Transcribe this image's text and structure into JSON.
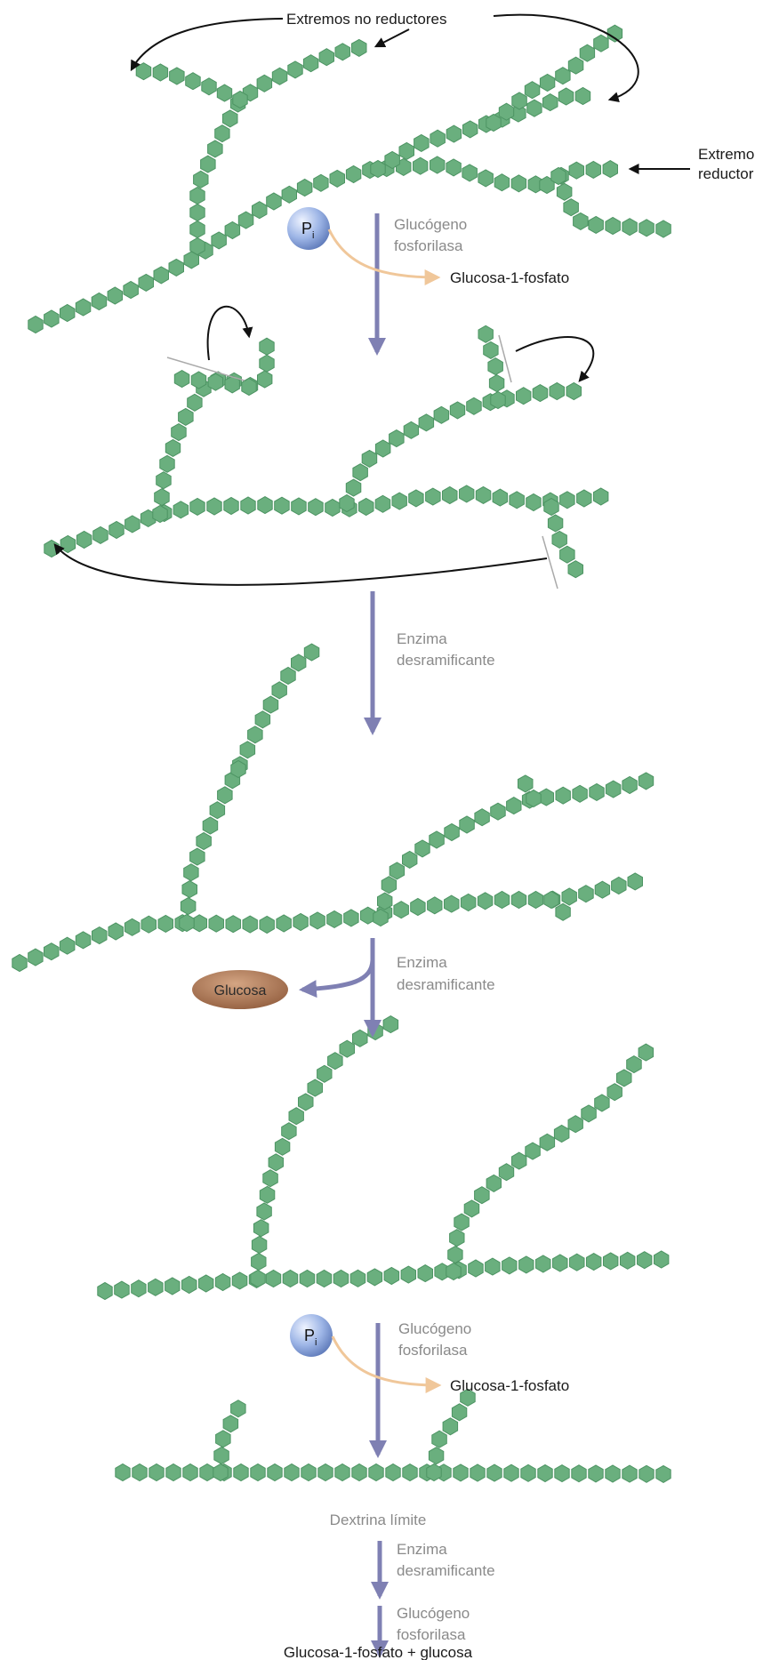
{
  "labels": {
    "non_reducing_ends": "Extremos no reductores",
    "reducing_end_1": "Extremo",
    "reducing_end_2": "reductor",
    "phosphorylase_1": "Glucógeno",
    "phosphorylase_2": "fosforilasa",
    "g1p": "Glucosa-1-fosfato",
    "debranching_1": "Enzima",
    "debranching_2": "desramificante",
    "glucose": "Glucosa",
    "limit_dextrin": "Dextrina límite",
    "final_product": "Glucosa-1-fosfato + glucosa",
    "pi": "P",
    "pi_sub": "i"
  },
  "colors": {
    "glucose_unit": "#6aaf7e",
    "glucose_unit_stroke": "#4d9463",
    "step_arrow": "#7f80b3",
    "product_arrow": "#f0c79a",
    "pi_sphere": "#9db5e6",
    "glucose_oval": "#b07a5a",
    "annotation_arrow": "#111111"
  }
}
